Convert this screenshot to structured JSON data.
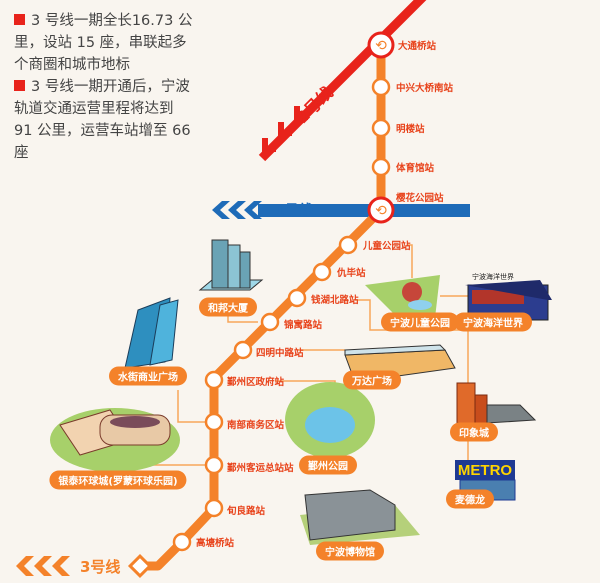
{
  "intro": [
    "3 号线一期全长16.73 公里，设站 15 座，串联起多个商圈和城市地标",
    "3 号线一期开通后，宁波轨道交通运营里程将达到 91 公里，运营车站增至 66 座"
  ],
  "lines": {
    "line1": "1号线",
    "line2": "2号线",
    "line3": "3号线"
  },
  "colors": {
    "line1": "#1e6bb8",
    "line2": "#e8231b",
    "line3": "#f4822a",
    "background": "#f9f5ef"
  },
  "stations": [
    {
      "name": "大通桥站",
      "interchange": true
    },
    {
      "name": "中兴大桥南站"
    },
    {
      "name": "明楼站"
    },
    {
      "name": "体育馆站"
    },
    {
      "name": "樱花公园站",
      "interchange": true
    },
    {
      "name": "儿童公园站"
    },
    {
      "name": "仇毕站"
    },
    {
      "name": "钱湖北路站"
    },
    {
      "name": "锦寓路站"
    },
    {
      "name": "四明中路站"
    },
    {
      "name": "鄞州区政府站"
    },
    {
      "name": "南部商务区站"
    },
    {
      "name": "鄞州客运总站站"
    },
    {
      "name": "旬良路站"
    },
    {
      "name": "高塘桥站"
    }
  ],
  "landmarks": {
    "hebang": "和邦大厦",
    "shuijie": "水街商业广场",
    "yintai": "银泰环球城(罗蒙环球乐园)",
    "childpark": "宁波儿童公园",
    "ocean": "宁波海洋世界",
    "wanda": "万达广场",
    "yinxiang": "印象城",
    "yinzhoupark": "鄞州公园",
    "metro": "麦德龙",
    "museum": "宁波博物馆"
  },
  "logos": {
    "metro": "METRO",
    "ocean_sign": "宁波海洋世界"
  }
}
